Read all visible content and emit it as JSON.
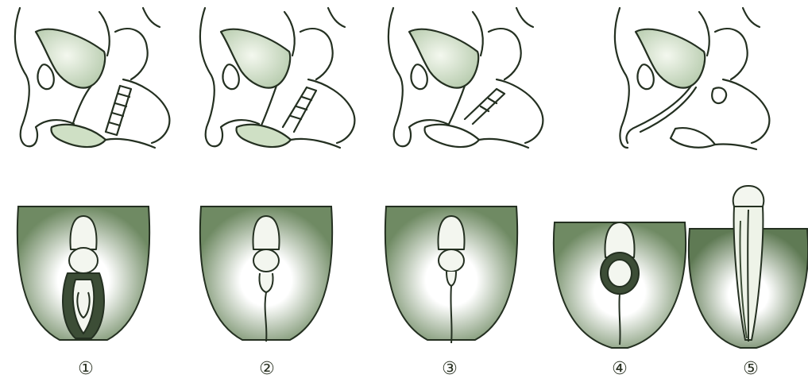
{
  "stages": [
    {
      "label": "①",
      "sagittal": true
    },
    {
      "label": "②",
      "sagittal": true
    },
    {
      "label": "③",
      "sagittal": true
    },
    {
      "label": "④",
      "sagittal": false
    },
    {
      "label": "⑤",
      "sagittal": true
    }
  ],
  "colors": {
    "ink": "#243021",
    "shade": "#4f6b45",
    "fill": "#dfe9d6",
    "paper": "#ffffff"
  },
  "icons": [
    "sagittal-section-illustration",
    "external-view-illustration",
    "circled-number"
  ]
}
